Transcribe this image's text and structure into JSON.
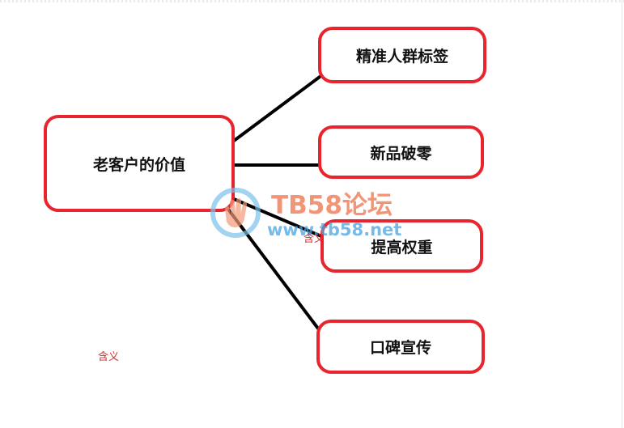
{
  "diagram": {
    "center": {
      "label": "老客户的价值"
    },
    "branches": [
      {
        "label": "精准人群标签"
      },
      {
        "label": "新品破零"
      },
      {
        "label": "提高权重"
      },
      {
        "label": "口碑宣传"
      }
    ],
    "colors": {
      "node_border": "#e8242e",
      "connector": "#000000",
      "annotation": "#e02828"
    }
  },
  "annotations": [
    {
      "text": "含义"
    },
    {
      "text": "含义"
    }
  ],
  "watermark": {
    "title": "TB58论坛",
    "url": "www.tb58.net",
    "icon": "hand-logo-icon"
  }
}
